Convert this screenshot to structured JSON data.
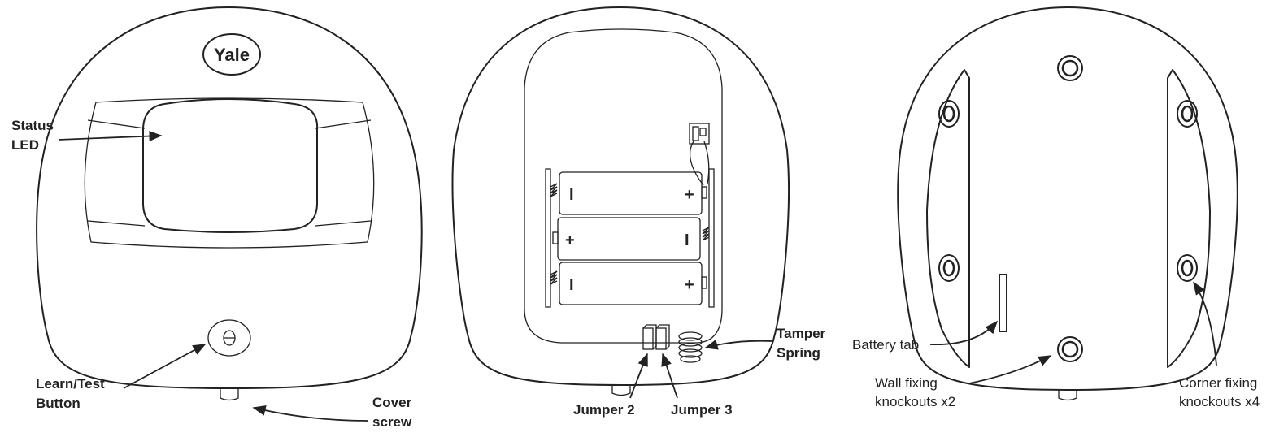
{
  "front_view": {
    "logo": "Yale",
    "labels": {
      "status_led": [
        "Status",
        "LED"
      ],
      "learn_test_button": [
        "Learn/Test",
        "Button"
      ],
      "cover_screw": [
        "Cover",
        "screw"
      ]
    }
  },
  "inside_view": {
    "battery_symbols": {
      "row1": [
        "I",
        "+"
      ],
      "row2": [
        "+",
        "I"
      ],
      "row3": [
        "I",
        "+"
      ]
    },
    "labels": {
      "tamper_spring": [
        "Tamper",
        "Spring"
      ],
      "jumper_2": "Jumper 2",
      "jumper_3": "Jumper 3"
    }
  },
  "back_view": {
    "labels": {
      "battery_tab": "Battery tab",
      "wall_fixing": [
        "Wall fixing",
        "knockouts x2"
      ],
      "corner_fixing": [
        "Corner fixing",
        "knockouts x4"
      ]
    }
  }
}
